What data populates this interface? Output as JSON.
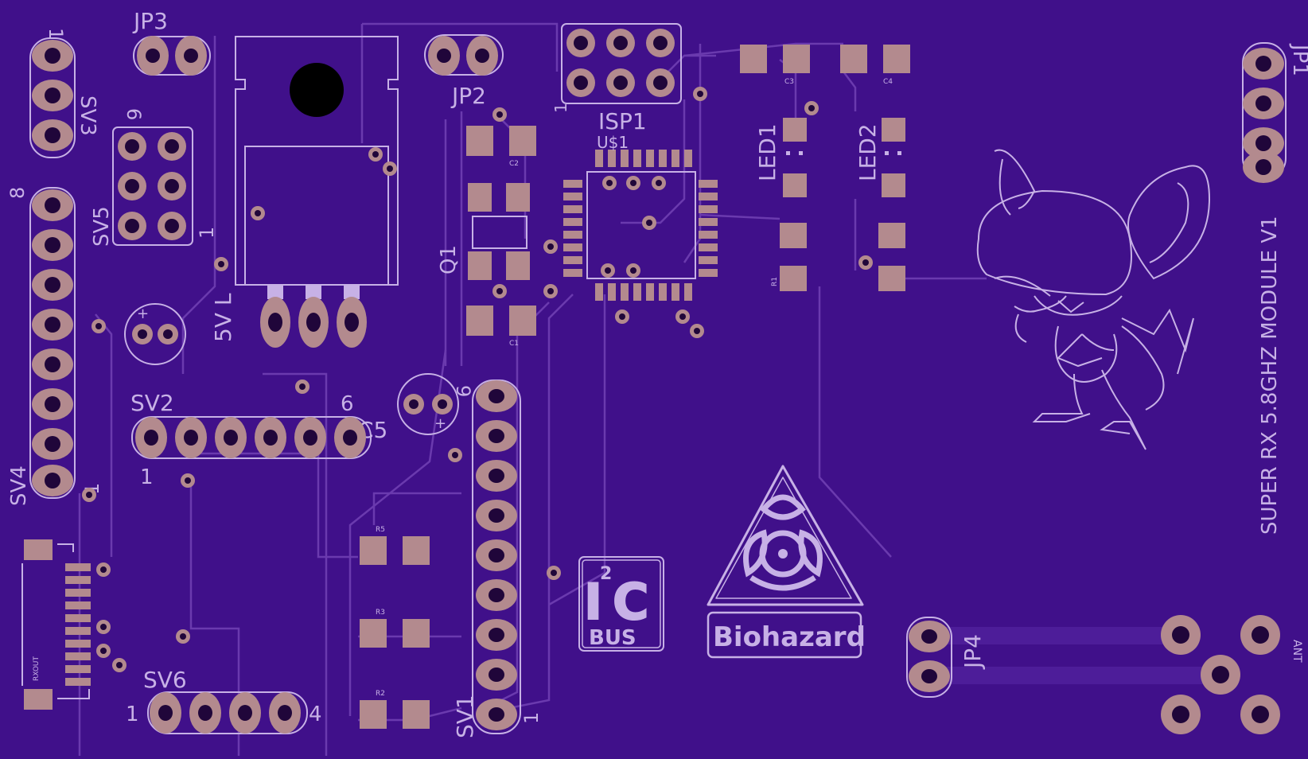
{
  "board": {
    "title": "SUPER RX 5.8GHZ MODULE V1",
    "colors": {
      "pcb": "#40108a",
      "pad": "#b38a8e",
      "silk": "#c7b1e6",
      "trace": "#6a3aae"
    }
  },
  "labels": {
    "jp3": "JP3",
    "jp2": "JP2",
    "jp4": "JP4",
    "jp1": "JP1",
    "isp1": "ISP1",
    "u1": "U$1",
    "sv1": "SV1",
    "sv2": "SV2",
    "sv3": "SV3",
    "sv4": "SV4",
    "sv5": "SV5",
    "sv6": "SV6",
    "q1": "Q1",
    "c1": "C1",
    "c2": "C2",
    "c3": "C3",
    "c4": "C4",
    "c5": "C5",
    "r1": "R1",
    "r2": "R2",
    "r3": "R3",
    "r5": "R5",
    "led1": "LED1",
    "led2": "LED2",
    "rxout": "RXOUT",
    "ant": "ANT",
    "vreg": "5V L"
  },
  "pin_numbers": {
    "sv3_1": "1",
    "sv5_6": "6",
    "sv5_1": "1",
    "sv4_8": "8",
    "sv4_1": "1",
    "sv2_1": "1",
    "sv2_6": "6",
    "sv6_1": "1",
    "sv6_4": "4",
    "sv1_9": "9",
    "sv1_1": "1",
    "isp_1": "1",
    "cap_plus": "+"
  },
  "logos": {
    "biohazard": "Biohazard",
    "i2c_i": "I",
    "i2c_sup": "2",
    "i2c_c": "C",
    "i2c_bus": "BUS"
  }
}
